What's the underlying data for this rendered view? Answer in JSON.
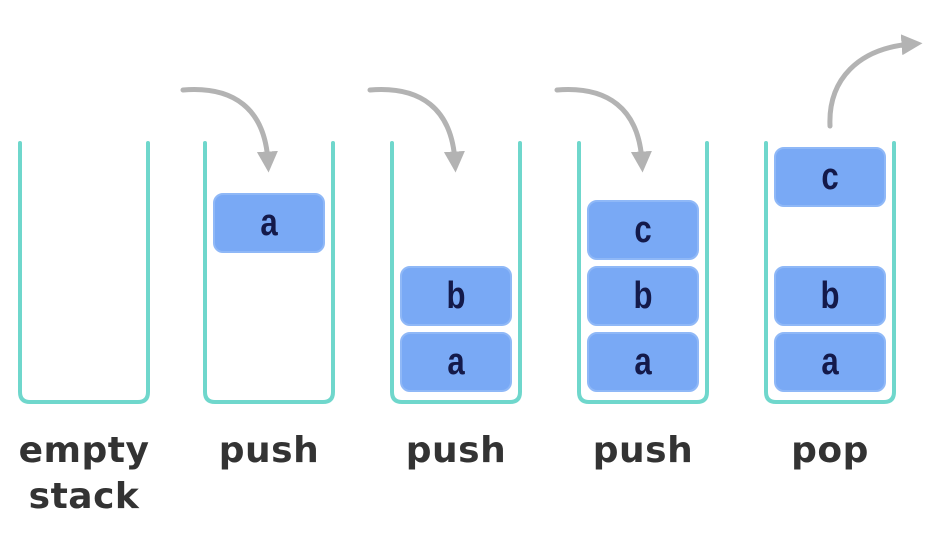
{
  "colors": {
    "container": "#6fd7cc",
    "block_fill": "#79a9f5",
    "block_stroke": "#8fb8f7",
    "block_text": "#141a4a",
    "arrow": "#b3b3b3",
    "caption": "#333333"
  },
  "stacks": [
    {
      "caption_lines": [
        "empty",
        "stack"
      ],
      "arrow": "none",
      "floating": "",
      "items": []
    },
    {
      "caption_lines": [
        "push"
      ],
      "arrow": "push",
      "floating": "a",
      "items": []
    },
    {
      "caption_lines": [
        "push"
      ],
      "arrow": "push",
      "floating": "",
      "items": [
        "a",
        "b"
      ]
    },
    {
      "caption_lines": [
        "push"
      ],
      "arrow": "push",
      "floating": "",
      "items": [
        "a",
        "b",
        "c"
      ]
    },
    {
      "caption_lines": [
        "pop"
      ],
      "arrow": "pop",
      "floating": "c",
      "items": [
        "a",
        "b"
      ]
    }
  ]
}
